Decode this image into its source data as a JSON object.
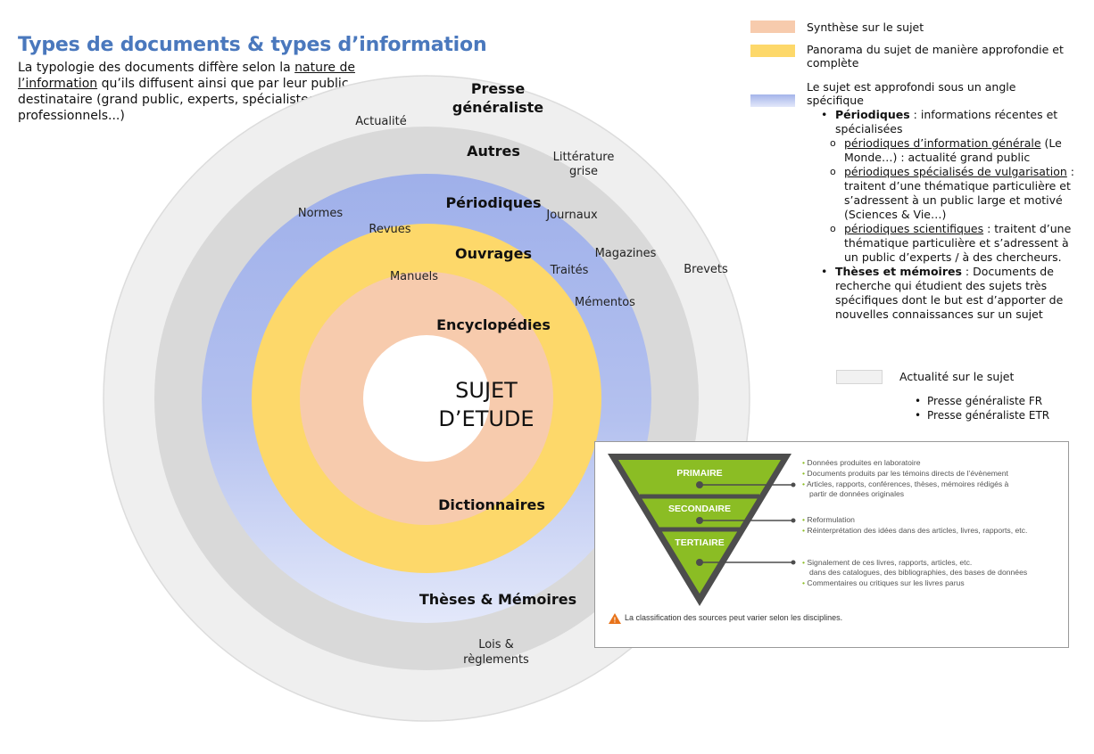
{
  "title": "Types de documents & types d’information",
  "intro": {
    "part1": "La typologie des documents diffère selon la ",
    "link": "nature de l’information",
    "part2": " qu’ils diffusent ainsi que par leur public destinataire (grand public, experts, spécialistes, professionnels...)"
  },
  "colors": {
    "outer": "#eeeeee",
    "grey": "#d9d9d9",
    "blue": "#a4b4ea",
    "yellow": "#fdd86a",
    "peach": "#f7cbad",
    "center": "#ffffff",
    "title": "#4a78bd",
    "green": "#8bbd24",
    "dark": "#4d4d4d"
  },
  "rings": {
    "presse": "Presse",
    "generaliste": "généraliste",
    "actualite": "Actualité",
    "autres": "Autres",
    "litterature": "Littérature",
    "grise": "grise",
    "normes": "Normes",
    "brevets": "Brevets",
    "periodiques": "Périodiques",
    "revues": "Revues",
    "journaux": "Journaux",
    "magazines": "Magazines",
    "ouvrages": "Ouvrages",
    "manuels": "Manuels",
    "traites": "Traités",
    "mementos": "Mémentos",
    "encyclopedies": "Encyclopédies",
    "dictionnaires": "Dictionnaires",
    "theses": "Thèses & Mémoires",
    "lois": "Lois &",
    "reglements": "règlements",
    "sujet": "SUJET",
    "etude": "D’ETUDE"
  },
  "legend": {
    "synthese": "Synthèse sur le sujet",
    "panorama": "Panorama du sujet de manière approfondie et complète",
    "approfondi": "Le sujet est approfondi sous un angle spécifique"
  },
  "details": {
    "periodiques_label": "Périodiques",
    "periodiques_text": " : informations récentes et spécialisées",
    "sub1_link": "périodiques d’information générale",
    "sub1_text": " (Le Monde…) : actualité grand public",
    "sub2_link": "périodiques spécialisés de vulgarisation",
    "sub2_text": " : traitent d’une thématique particulière et s’adressent à un public large  et motivé (Sciences & Vie…)",
    "sub3_link": "périodiques scientifiques",
    "sub3_text": " : traitent d’une thématique particulière et s’adressent à un public d’experts  / à des chercheurs.",
    "theses_label": "Thèses et mémoires",
    "theses_text": " : Documents de recherche qui étudient des sujets très spécifiques dont le but est d’apporter de nouvelles connaissances sur un sujet"
  },
  "actualite": {
    "label": "Actualité sur le sujet",
    "items": [
      "Presse généraliste FR",
      "Presse généraliste ETR"
    ]
  },
  "panel": {
    "primaire": "PRIMAIRE",
    "secondaire": "SECONDAIRE",
    "tertiaire": "TERTIAIRE",
    "primaire_items": [
      "Données produites en laboratoire",
      "Documents produits par les témoins directs de l’évènement",
      "Articles, rapports, conférences, thèses, mémoires rédigés à",
      "partir de données originales"
    ],
    "secondaire_items": [
      "Reformulation",
      "Réinterprétation des idées dans des articles, livres, rapports, etc."
    ],
    "tertiaire_items": [
      "Signalement de ces livres, rapports, articles, etc.",
      "dans des catalogues, des bibliographies, des bases de données",
      "Commentaires ou critiques sur les livres parus"
    ],
    "warning": "La classification des sources peut varier selon les disciplines."
  }
}
